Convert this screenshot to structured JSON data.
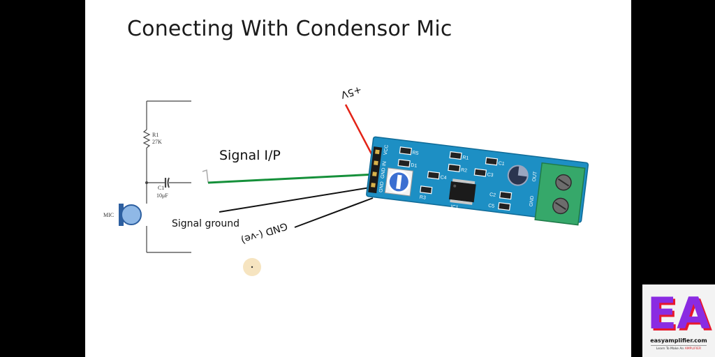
{
  "slide": {
    "title": "Conecting With Condensor Mic"
  },
  "schematic": {
    "resistor_ref": "R1",
    "resistor_value": "27K",
    "capacitor_ref": "C1",
    "capacitor_value": "10μF",
    "mic_label": "MIC"
  },
  "wires": {
    "power_label": "+5V",
    "signal_label": "Signal  I/P",
    "signal_ground_label": "Signal ground",
    "gnd_label": "GND (-ve)",
    "power_color": "#e32317",
    "signal_color": "#15903a",
    "ground_color": "#111111"
  },
  "board": {
    "color": "#1d8fc4",
    "terminal_color": "#36a86a",
    "pins": [
      "VCC",
      "IN",
      "GND",
      "GND"
    ],
    "component_labels": [
      "R5",
      "D1",
      "R1",
      "C1",
      "R2",
      "C3",
      "C4",
      "C2",
      "C5",
      "IC1",
      "R3",
      "GND",
      "OUT"
    ]
  },
  "logo": {
    "mark": "EA",
    "domain": "easyamplifier.com",
    "tagline_prefix": "Learn To Make An ",
    "tagline_highlight": "AMPLIFIER",
    "mark_color": "#8a2be2",
    "mark_shadow_color": "#e8172c"
  }
}
